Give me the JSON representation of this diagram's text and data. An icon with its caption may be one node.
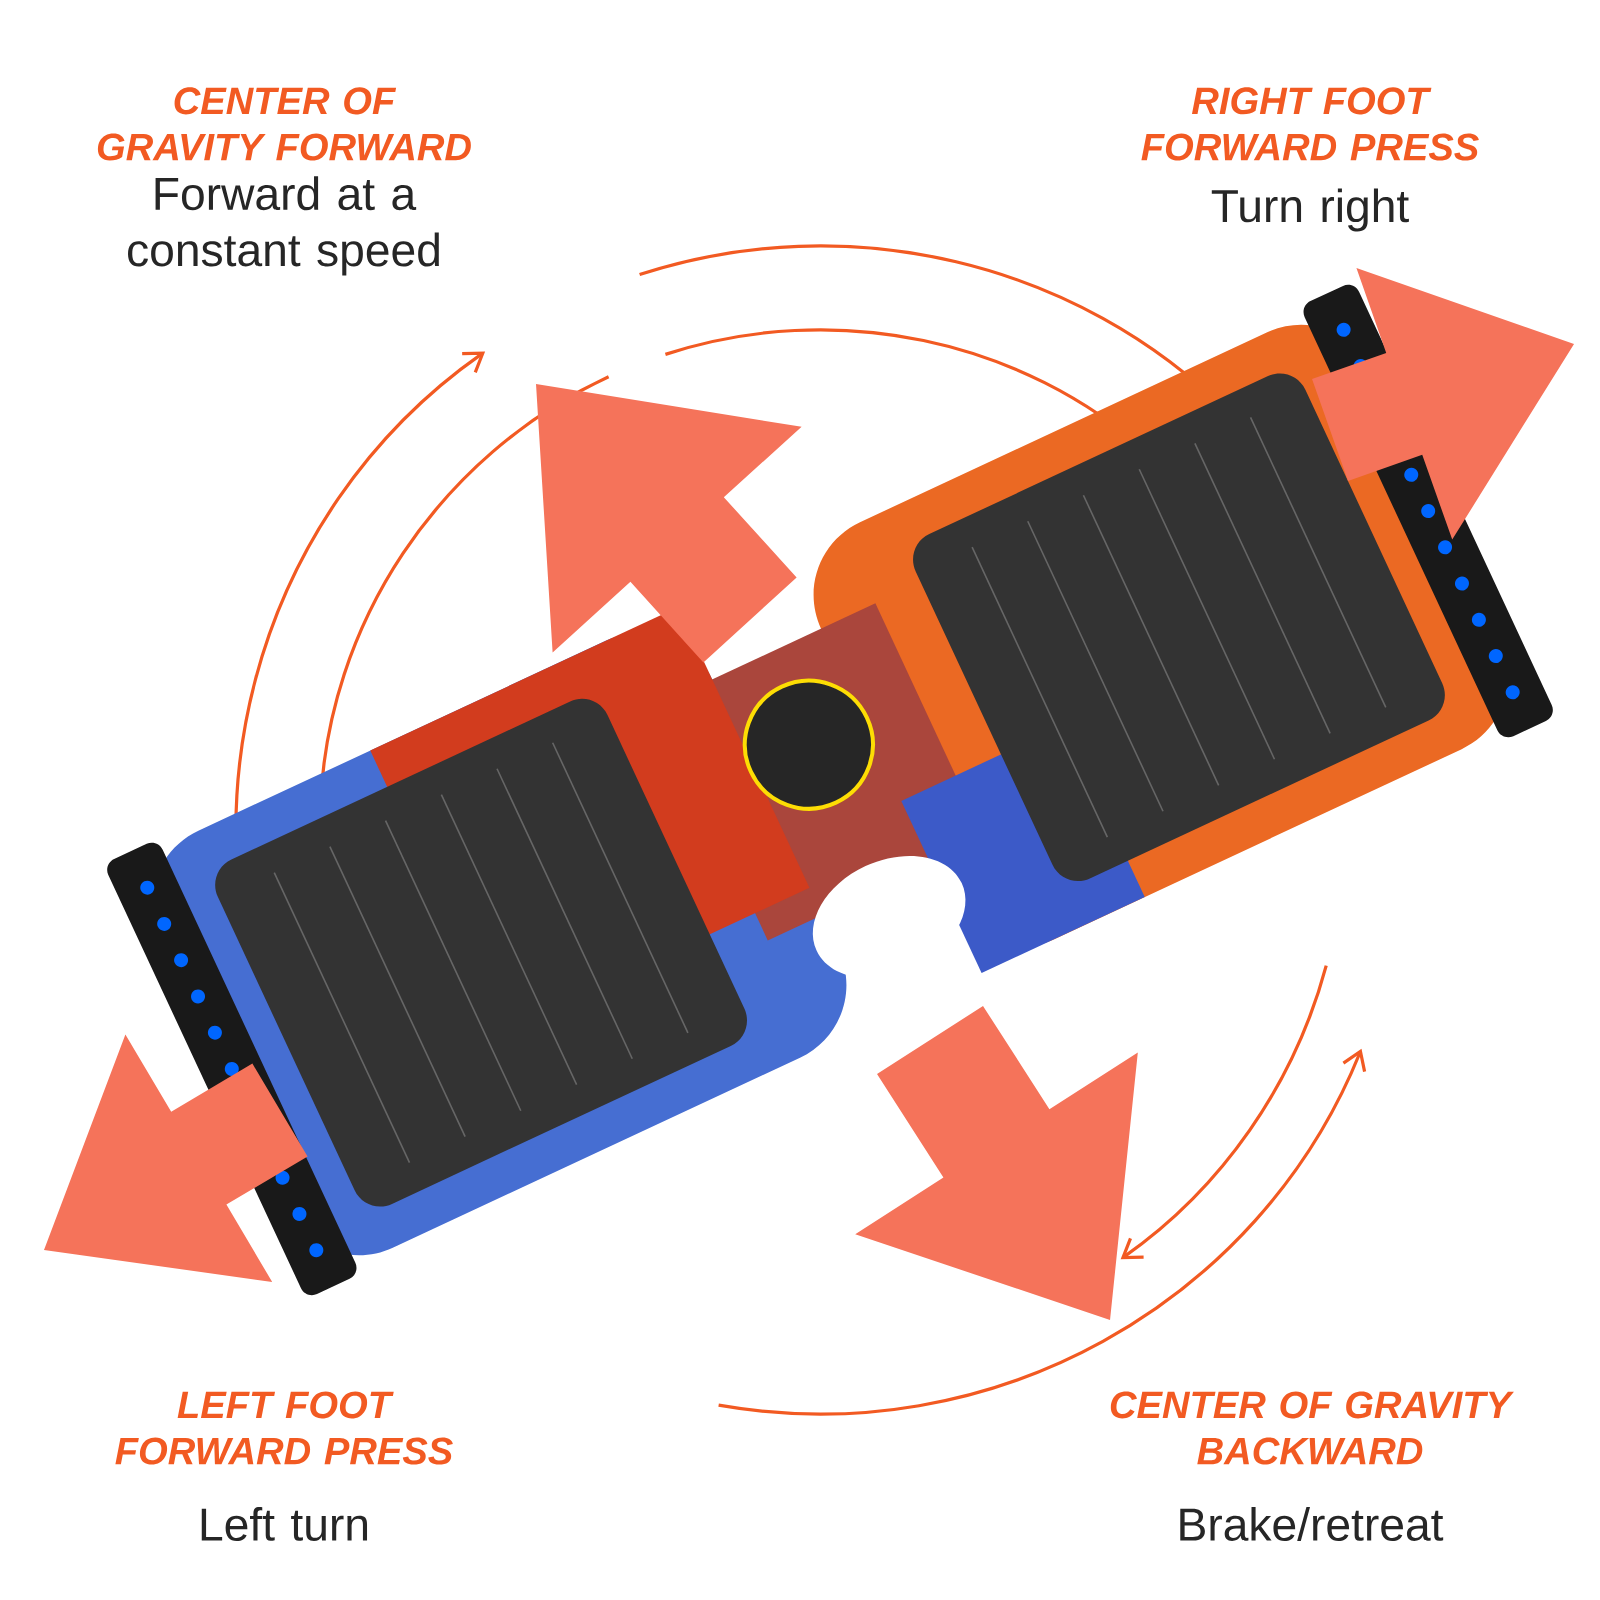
{
  "diagram": {
    "labels": [
      "CENTER OF GRAVITY FORWARD",
      "Forward at a constant speed",
      "RIGHT FOOT FORWARD PRESS",
      "Turn right",
      "LEFT FOOT FORWARD PRESS",
      "Left turn",
      "CENTER OF GRAVITY BACKWARD",
      "Brake/retreat"
    ]
  }
}
